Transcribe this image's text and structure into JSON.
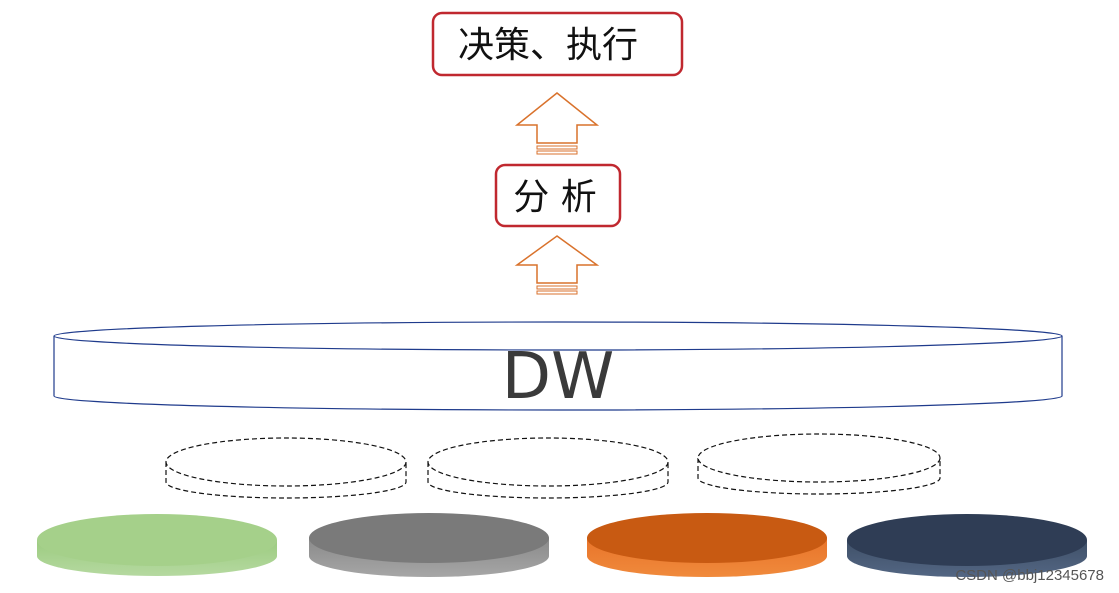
{
  "boxes": {
    "decision": {
      "label": "决策、执行"
    },
    "analysis": {
      "label": "分 析"
    }
  },
  "warehouse": {
    "label": "DW"
  },
  "colors": {
    "box_border": "#c0282f",
    "arrow": "#d9722c",
    "dw_border": "#1f3b8c",
    "source_green": "#a5d08a",
    "source_gray": "#7a7a7a",
    "source_orange": "#c85a12",
    "source_navy": "#2f3d55"
  },
  "watermark": {
    "text": "CSDN @bbj12345678"
  }
}
